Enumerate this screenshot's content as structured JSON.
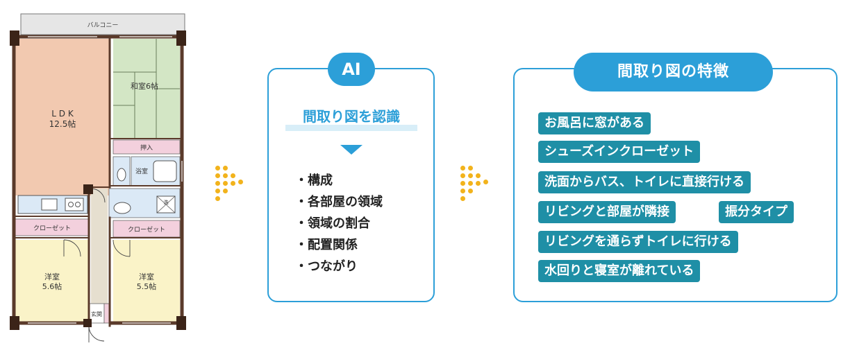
{
  "floorplan": {
    "balcony": "バルコニー",
    "ldk_name": "L D K",
    "ldk_size": "12.5帖",
    "washitsu": "和室6帖",
    "oshiire": "押入",
    "bath": "浴室",
    "closet_left": "クローゼット",
    "closet_right": "クローゼット",
    "youshitsu_left_name": "洋室",
    "youshitsu_left_size": "5.6帖",
    "youshitsu_right_name": "洋室",
    "youshitsu_right_size": "5.5帖",
    "genkan": "玄関",
    "appliance_mark": "洗"
  },
  "ai_panel": {
    "badge": "AI",
    "heading": "間取り図を認識",
    "items": [
      "構成",
      "各部屋の領域",
      "領域の割合",
      "配置関係",
      "つながり"
    ],
    "bullet": "・"
  },
  "features_panel": {
    "badge": "間取り図の特徴",
    "tags": [
      "お風呂に窓がある",
      "シューズインクローゼット",
      "洗面からバス、トイレに直接行ける",
      "リビングと部屋が隣接",
      "振分タイプ",
      "リビングを通らずトイレに行ける",
      "水回りと寝室が離れている"
    ]
  },
  "colors": {
    "accent_blue": "#2c9fd8",
    "tag_teal": "#1f8fa6",
    "dot_yellow": "#f2b31c",
    "ldk_fill": "#f2c9b0",
    "washitsu_fill": "#d3e6c5",
    "closet_fill": "#f3d0dd",
    "youshitsu_fill": "#faf3c8",
    "wet_area_fill": "#dbe9f6"
  }
}
